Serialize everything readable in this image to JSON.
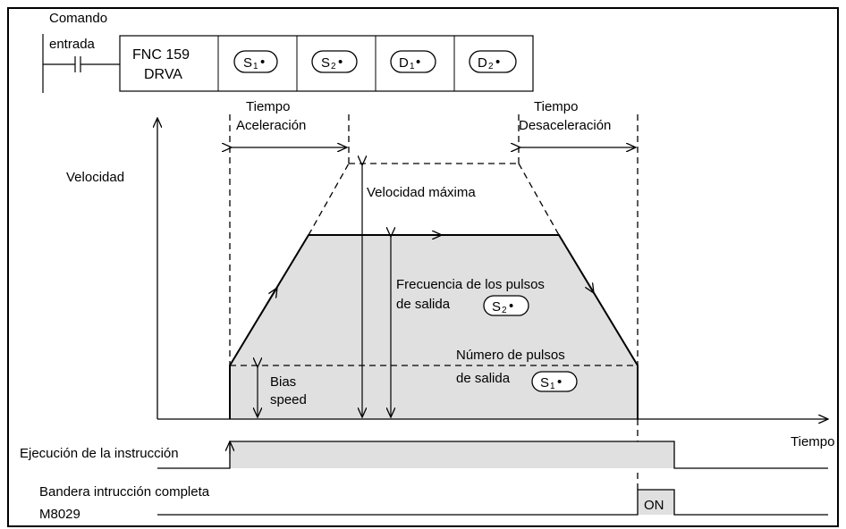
{
  "ladder": {
    "comando_line1": "Comando",
    "comando_line2": "entrada",
    "fnc_line1": "FNC 159",
    "fnc_line2": "DRVA",
    "operands": [
      {
        "letter": "S",
        "sub": "1",
        "dot": "•"
      },
      {
        "letter": "S",
        "sub": "2",
        "dot": "•"
      },
      {
        "letter": "D",
        "sub": "1",
        "dot": "•"
      },
      {
        "letter": "D",
        "sub": "2",
        "dot": "•"
      }
    ]
  },
  "labels": {
    "tiempo_acel_1": "Tiempo",
    "tiempo_acel_2": "Aceleración",
    "tiempo_desacel_1": "Tiempo",
    "tiempo_desacel_2": "Desaceleración",
    "velocidad": "Velocidad",
    "velocidad_maxima": "Velocidad máxima",
    "frecuencia_1": "Frecuencia de los pulsos",
    "frecuencia_2": "de salida",
    "frecuencia_operand": {
      "letter": "S",
      "sub": "2",
      "dot": "•"
    },
    "numero_1": "Número de pulsos",
    "numero_2": "de salida",
    "numero_operand": {
      "letter": "S",
      "sub": "1",
      "dot": "•"
    },
    "bias_1": "Bias",
    "bias_2": "speed",
    "tiempo": "Tiempo",
    "ejecucion": "Ejecución de la instrucción",
    "bandera_1": "Bandera intrucción completa",
    "bandera_2": "M8029",
    "on": "ON"
  },
  "colors": {
    "fill": "#e0e0e0",
    "line": "#000000",
    "background": "#ffffff"
  }
}
